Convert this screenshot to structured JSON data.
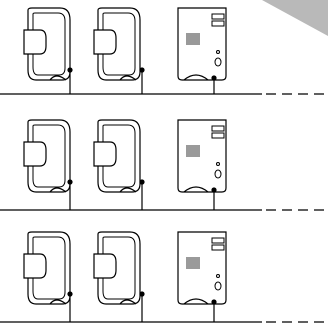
{
  "diagram": {
    "type": "network-segments",
    "rows": [
      {
        "nodes": [
          "workstation",
          "workstation",
          "tower-computer"
        ],
        "bus_continues": true
      },
      {
        "nodes": [
          "workstation",
          "workstation",
          "tower-computer"
        ],
        "bus_continues": true
      },
      {
        "nodes": [
          "workstation",
          "workstation",
          "tower-computer"
        ],
        "bus_continues": true
      }
    ],
    "colors": {
      "stroke": "#000000",
      "background": "#ffffff",
      "corner_shade": "#b9b9b9"
    }
  }
}
